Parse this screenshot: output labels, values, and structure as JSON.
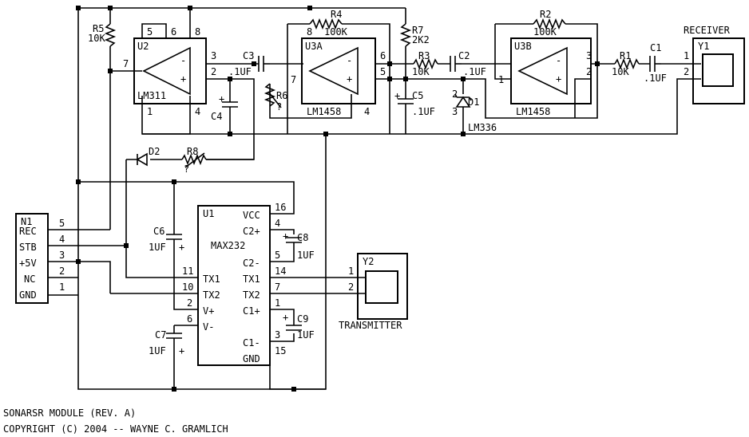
{
  "title": {
    "line1": "SONARSR MODULE (REV. A)",
    "line2": "COPYRIGHT (C) 2004 -- WAYNE C. GRAMLICH"
  },
  "connector_n1": {
    "ref": "N1",
    "pins": [
      {
        "num": "5",
        "name": "REC"
      },
      {
        "num": "4",
        "name": "STB"
      },
      {
        "num": "3",
        "name": "+5V"
      },
      {
        "num": "2",
        "name": "NC"
      },
      {
        "num": "1",
        "name": "GND"
      }
    ]
  },
  "u2": {
    "ref": "U2",
    "part": "LM311",
    "pins": [
      "5",
      "6",
      "8",
      "7",
      "3",
      "2",
      "1",
      "4"
    ],
    "inv": "-",
    "noninv": "+"
  },
  "u3a": {
    "ref": "U3A",
    "part": "LM1458",
    "pins": [
      "8",
      "6",
      "7",
      "5",
      "4"
    ],
    "inv": "-",
    "noninv": "+"
  },
  "u3b": {
    "ref": "U3B",
    "part": "LM1458",
    "pins": [
      "3",
      "1",
      "2"
    ],
    "inv": "-",
    "noninv": "+"
  },
  "u1": {
    "ref": "U1",
    "part": "MAX232",
    "left_pins": [
      {
        "num": "11",
        "name": "TX1"
      },
      {
        "num": "10",
        "name": "TX2"
      },
      {
        "num": "2",
        "name": "V+"
      },
      {
        "num": "6",
        "name": "V-"
      }
    ],
    "right_pins": [
      {
        "num": "16",
        "name": "VCC"
      },
      {
        "num": "4",
        "name": "C2+"
      },
      {
        "num": "5",
        "name": "C2-"
      },
      {
        "num": "14",
        "name": "TX1"
      },
      {
        "num": "7",
        "name": "TX2"
      },
      {
        "num": "1",
        "name": "C1+"
      },
      {
        "num": "3",
        "name": "C1-"
      },
      {
        "num": "15",
        "name": "GND"
      }
    ]
  },
  "resistors": {
    "r5": {
      "ref": "R5",
      "value": "10K"
    },
    "r4": {
      "ref": "R4",
      "value": "100K"
    },
    "r7": {
      "ref": "R7",
      "value": "2K2"
    },
    "r2": {
      "ref": "R2",
      "value": "100K"
    },
    "r3": {
      "ref": "R3",
      "value": "10K"
    },
    "r1": {
      "ref": "R1",
      "value": "10K"
    },
    "r6": {
      "ref": "R6",
      "value": "?"
    },
    "r8": {
      "ref": "R8",
      "value": "?"
    }
  },
  "capacitors": {
    "c3": {
      "ref": "C3",
      "value": ".1UF"
    },
    "c4": {
      "ref": "C4",
      "value": ""
    },
    "c2": {
      "ref": "C2",
      "value": ".1UF"
    },
    "c5": {
      "ref": "C5",
      "value": ".1UF"
    },
    "c1": {
      "ref": "C1",
      "value": ".1UF"
    },
    "c6": {
      "ref": "C6",
      "value": "1UF"
    },
    "c7": {
      "ref": "C7",
      "value": "1UF"
    },
    "c8": {
      "ref": "C8",
      "value": "1UF"
    },
    "c9": {
      "ref": "C9",
      "value": "1UF"
    },
    "plus": "+"
  },
  "diodes": {
    "d1": {
      "ref": "D1",
      "part": "LM336",
      "pin_top": "2",
      "pin_bottom": "3"
    },
    "d2": {
      "ref": "D2"
    }
  },
  "y1": {
    "ref": "Y1",
    "name": "RECEIVER",
    "pin1": "1",
    "pin2": "2"
  },
  "y2": {
    "ref": "Y2",
    "name": "TRANSMITTER",
    "pin1": "1",
    "pin2": "2"
  }
}
